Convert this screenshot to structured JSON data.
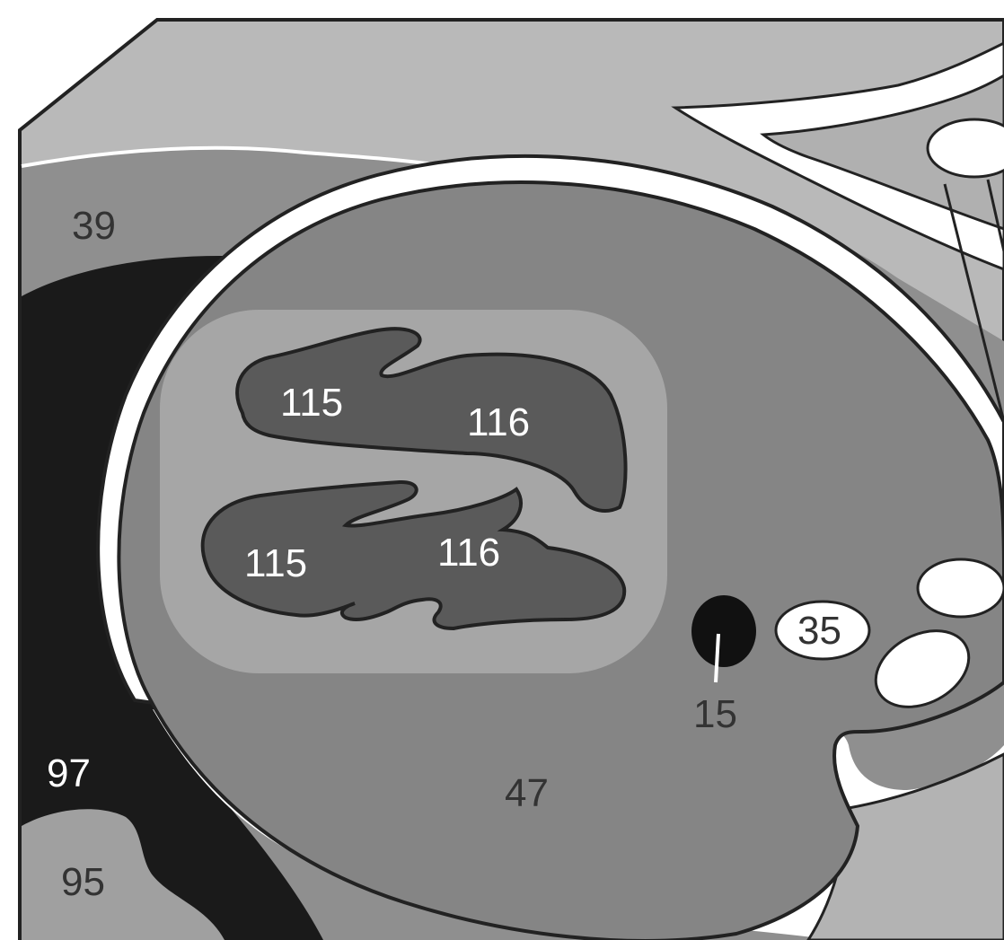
{
  "labels": {
    "l39": "39",
    "l115a": "115",
    "l116a": "116",
    "l115b": "115",
    "l116b": "116",
    "l35": "35",
    "l15": "15",
    "l97": "97",
    "l47": "47",
    "l95": "95"
  },
  "colors": {
    "background": "#ffffff",
    "outline": "#222222",
    "upper_band": "#b9b9b9",
    "mid_gray": "#8f8f8f",
    "organ_gray": "#858585",
    "inner_halo": "#a6a6a6",
    "lobe_dark": "#5a5a5a",
    "black_region": "#1a1a1a",
    "light_region": "#a0a0a0",
    "text_dark": "#333333",
    "text_light": "#ffffff"
  }
}
